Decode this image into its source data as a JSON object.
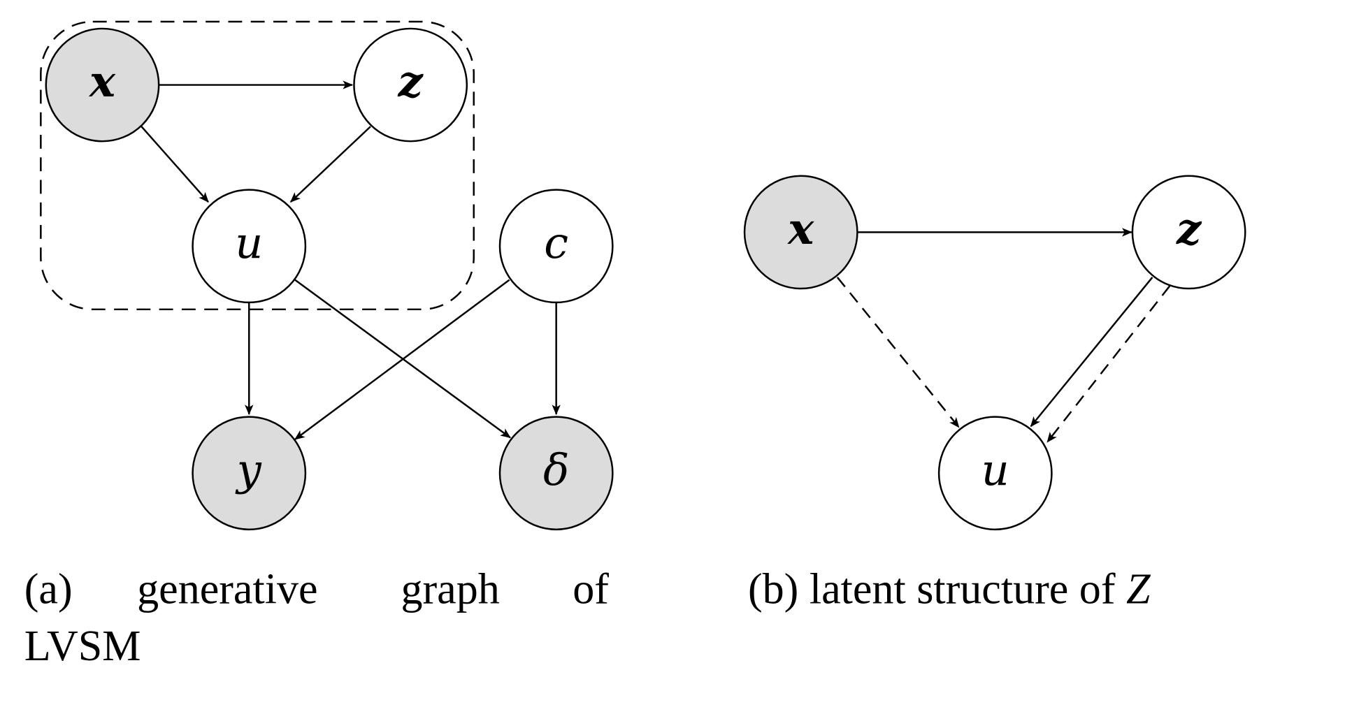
{
  "colors": {
    "observed": "#dcdcdc",
    "latent": "#ffffff",
    "stroke": "#000000"
  },
  "panel_a": {
    "nodes": {
      "x": "x",
      "z": "z",
      "u": "u",
      "c": "c",
      "y": "y",
      "delta": "δ"
    },
    "caption_words": [
      "(a)",
      "generative",
      "graph",
      "of"
    ],
    "caption_line2": "LVSM"
  },
  "panel_b": {
    "nodes": {
      "x": "x",
      "z": "z",
      "u": "u"
    },
    "caption_prefix": "(b) latent structure of ",
    "caption_var": "Z"
  }
}
